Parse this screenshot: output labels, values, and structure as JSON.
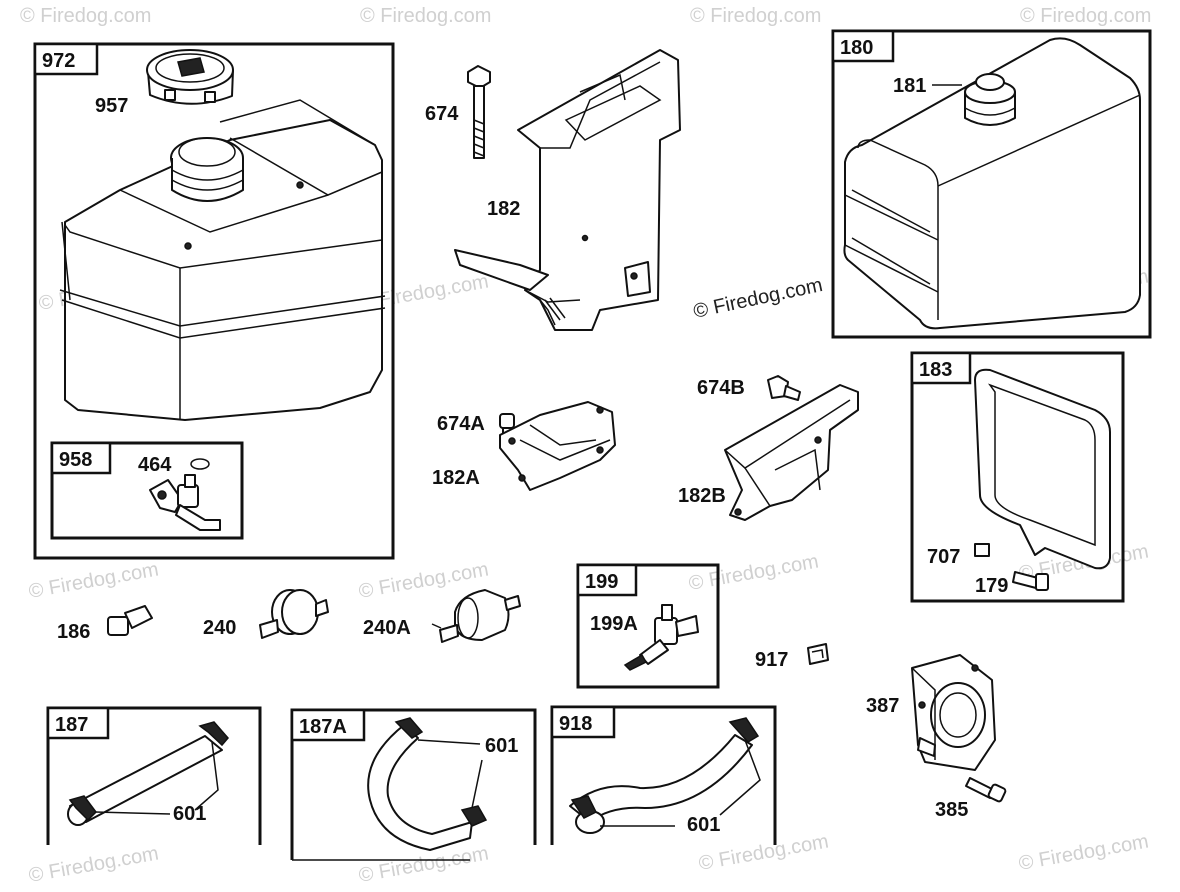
{
  "watermark": {
    "brand": "© Firedog.com",
    "brand_dark": "© Firedog.com"
  },
  "groups": [
    {
      "id": "g972",
      "tag": "972"
    },
    {
      "id": "g958",
      "tag": "958"
    },
    {
      "id": "g180",
      "tag": "180"
    },
    {
      "id": "g183",
      "tag": "183"
    },
    {
      "id": "g199",
      "tag": "199"
    },
    {
      "id": "g187",
      "tag": "187"
    },
    {
      "id": "g187A",
      "tag": "187A"
    },
    {
      "id": "g918",
      "tag": "918"
    }
  ],
  "parts": {
    "p957": "957",
    "p464": "464",
    "p674": "674",
    "p182": "182",
    "p181": "181",
    "p674A": "674A",
    "p182A": "182A",
    "p674B": "674B",
    "p182B": "182B",
    "p707": "707",
    "p179": "179",
    "p186": "186",
    "p240": "240",
    "p240A": "240A",
    "p199A": "199A",
    "p917": "917",
    "p387": "387",
    "p385": "385",
    "p601a": "601",
    "p601b": "601",
    "p601c": "601"
  }
}
